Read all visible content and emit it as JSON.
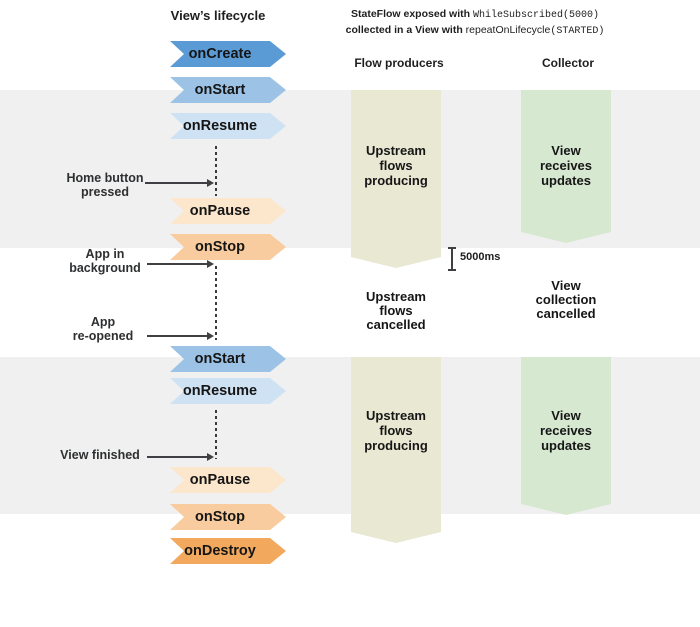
{
  "colors": {
    "band_gray": "#F0F0F0",
    "producer_column_beige": "#E9E8D3",
    "collector_column_green": "#D7E8D1",
    "onCreate_blue": "#5B9BD5",
    "onStart_blue": "#9CC3E5",
    "onResume_blue": "#CFE2F4",
    "onPause_orange": "#FCE6CC",
    "onStop_orange": "#F8CC9E",
    "onDestroy_orange": "#F2A95E"
  },
  "lifecycle": {
    "title": "View’s lifecycle",
    "chevrons": [
      {
        "label": "onCreate"
      },
      {
        "label": "onStart"
      },
      {
        "label": "onResume"
      },
      {
        "label": "onPause"
      },
      {
        "label": "onStop"
      },
      {
        "label": "onStart"
      },
      {
        "label": "onResume"
      },
      {
        "label": "onPause"
      },
      {
        "label": "onStop"
      },
      {
        "label": "onDestroy"
      }
    ],
    "annotations": [
      {
        "line1": "Home button",
        "line2": "pressed"
      },
      {
        "line1": "App in",
        "line2": "background"
      },
      {
        "line1": "App",
        "line2": "re-opened"
      },
      {
        "line1": "View finished"
      }
    ]
  },
  "stateflow": {
    "title": {
      "line1_bold": "StateFlow exposed with",
      "line1_code": "WhileSubscribed(5000)",
      "line2_bold": "collected in a View with",
      "line2_plain": "repeatOnLifecycle",
      "line2_code": "(STARTED)"
    },
    "producers_header": "Flow producers",
    "collector_header": "Collector",
    "timer_label": "5000ms",
    "states": {
      "producing_1": "Upstream\nflows\nproducing",
      "receiving_1": "View\nreceives\nupdates",
      "producer_cancelled": "Upstream\nflows\ncancelled",
      "collector_cancelled": "View\ncollection\ncancelled",
      "producing_2": "Upstream\nflows\nproducing",
      "receiving_2": "View\nreceives\nupdates"
    }
  }
}
